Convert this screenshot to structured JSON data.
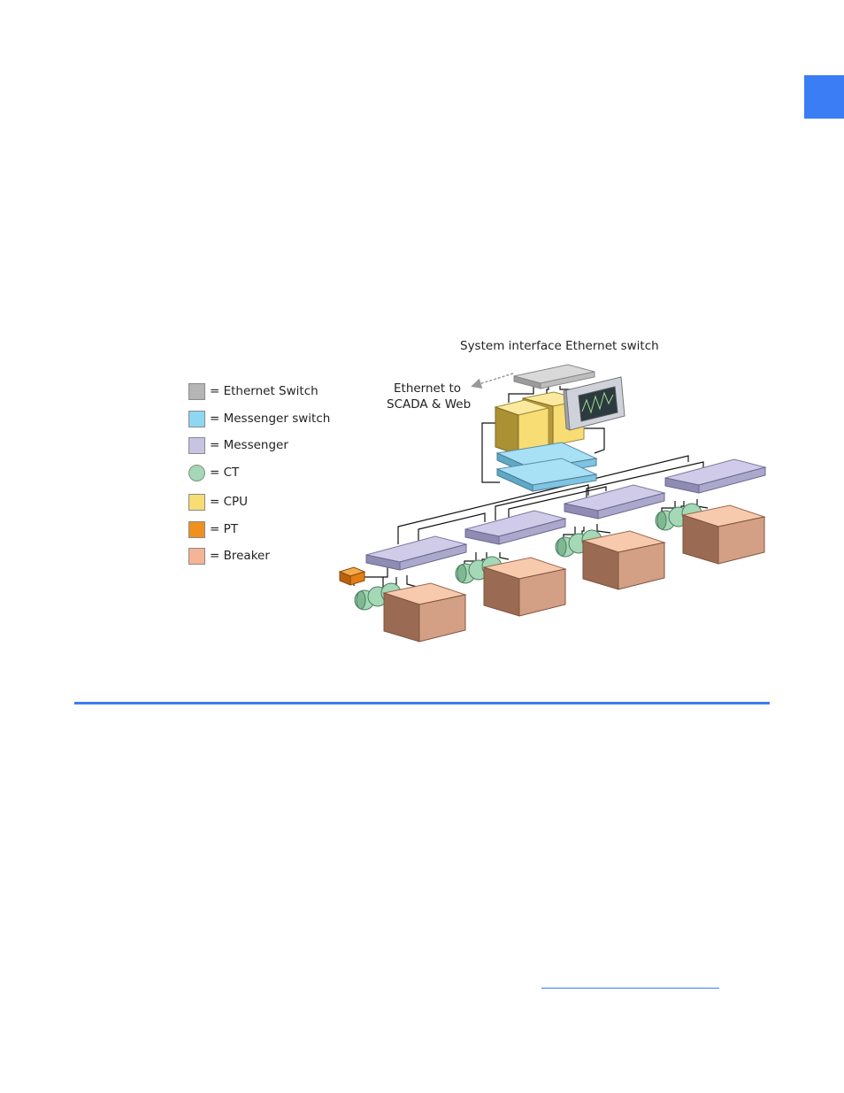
{
  "colors": {
    "accent": "#3b7df5",
    "ethernet_switch": "#b5b5b5",
    "messenger_switch": "#8fd6f3",
    "messenger": "#c7c3e3",
    "ct": "#a4d8b6",
    "cpu": "#f8dd74",
    "pt": "#f0901f",
    "breaker": "#f3b595"
  },
  "legend": [
    {
      "label": "= Ethernet Switch",
      "icon": "square",
      "color": "#b5b5b5"
    },
    {
      "label": "= Messenger switch",
      "icon": "square",
      "color": "#8fd6f3"
    },
    {
      "label": "= Messenger",
      "icon": "square",
      "color": "#c7c3e3"
    },
    {
      "label": "= CT",
      "icon": "circle",
      "color": "#a4d8b6"
    },
    {
      "label": "= CPU",
      "icon": "square",
      "color": "#f8dd74"
    },
    {
      "label": "= PT",
      "icon": "square",
      "color": "#f0901f"
    },
    {
      "label": "= Breaker",
      "icon": "square",
      "color": "#f3b595"
    }
  ],
  "diagram": {
    "title": "System interface Ethernet switch",
    "scada_label_line1": "Ethernet to",
    "scada_label_line2": "SCADA & Web"
  }
}
